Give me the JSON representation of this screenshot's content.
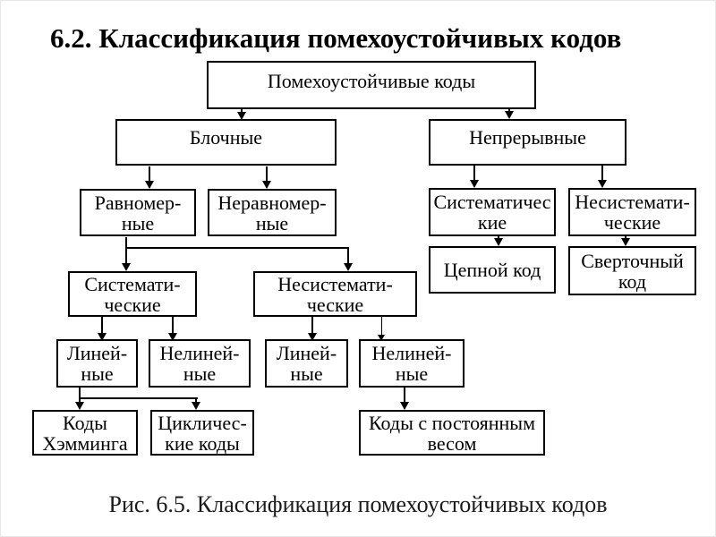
{
  "title": "6.2. Классификация помехоустойчивых кодов",
  "caption": "Рис. 6.5. Классификация помехоустойчивых кодов",
  "colors": {
    "background": "#ffffff",
    "box_border": "#000000",
    "text": "#000000",
    "connector": "#000000"
  },
  "nodes": {
    "root": {
      "label": "Помехоустойчивые коды"
    },
    "block": {
      "label": "Блочные"
    },
    "continuous": {
      "label": "Непрерывные"
    },
    "uniform": {
      "label": "Равномер-\nные"
    },
    "nonuniform": {
      "label": "Неравномер-\nные"
    },
    "systematic_continuous": {
      "label": "Систематичес\nкие"
    },
    "nonsystematic_continuous": {
      "label": "Несистемати-\nческие"
    },
    "chain_code": {
      "label": "Цепной код"
    },
    "convolutional_code": {
      "label": "Сверточный\nкод"
    },
    "systematic_block": {
      "label": "Системати-\nческие"
    },
    "nonsystematic_block": {
      "label": "Несистемати-\nческие"
    },
    "linear_systematic": {
      "label": "Линей-\nные"
    },
    "nonlinear_systematic": {
      "label": "Нелиней-\nные"
    },
    "linear_nonsystematic": {
      "label": "Линей-\nные"
    },
    "nonlinear_nonsystematic": {
      "label": "Нелиней-\nные"
    },
    "hamming_codes": {
      "label": "Коды\nХэмминга"
    },
    "cyclic_codes": {
      "label": "Цикличес-\nкие коды"
    },
    "constant_weight_codes": {
      "label": "Коды с постоянным\nвесом"
    }
  }
}
